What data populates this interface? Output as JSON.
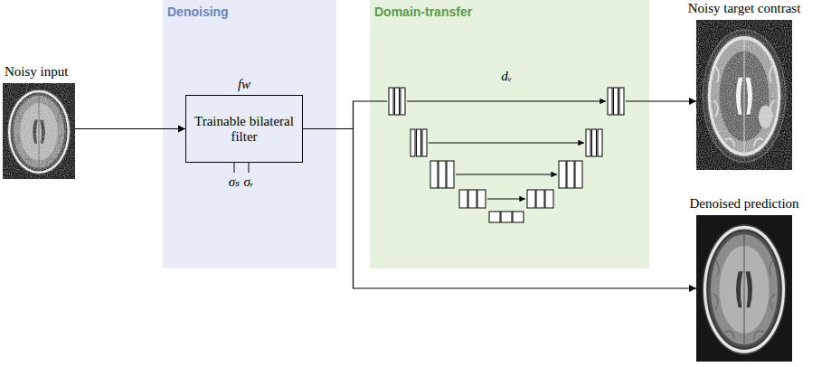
{
  "diagram": {
    "nodes": [
      {
        "text": [
          "Noisy input"
        ]
      },
      {
        "text": [
          "Denoising"
        ]
      },
      {
        "text": [
          "fw",
          "Trainable bilateral filter"
        ],
        "in": 1
      },
      {
        "text": [
          "Domain-transfer"
        ]
      },
      {
        "text": [
          "dᵥ"
        ],
        "in": 3
      },
      {
        "text": [
          "Noisy target contrast"
        ]
      },
      {
        "text": [
          "Denoised prediction"
        ]
      }
    ],
    "edges": [
      {
        "from": 0,
        "to": 2,
        "arrow": "to"
      },
      {
        "from": 2,
        "to": 4,
        "arrow": "none"
      },
      {
        "from": 4,
        "to": 5,
        "arrow": "to"
      },
      {
        "from": 2,
        "to": 6,
        "arrow": "to"
      }
    ],
    "labels": [
      "σₛ",
      "σᵣ"
    ]
  }
}
